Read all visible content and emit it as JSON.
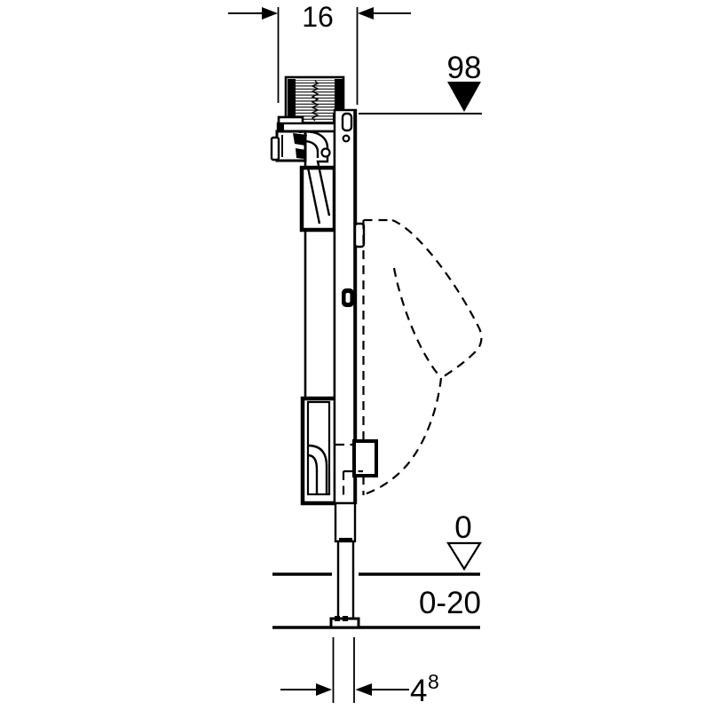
{
  "page": {
    "background": "#ffffff",
    "ink": "#000000"
  },
  "drawing": {
    "kind": "installation-frame-side-elevation",
    "labels": {
      "top_width": "16",
      "upper_level": "98",
      "zero_level": "0",
      "floor_range": "0-20",
      "bottom_depth_main": "4",
      "bottom_depth_sup": "8"
    },
    "symbols": {
      "upper_level_marker": "filled-down-triangle",
      "zero_level_marker": "outline-down-triangle",
      "hidden_component": "dashed-urinal-outline"
    }
  }
}
